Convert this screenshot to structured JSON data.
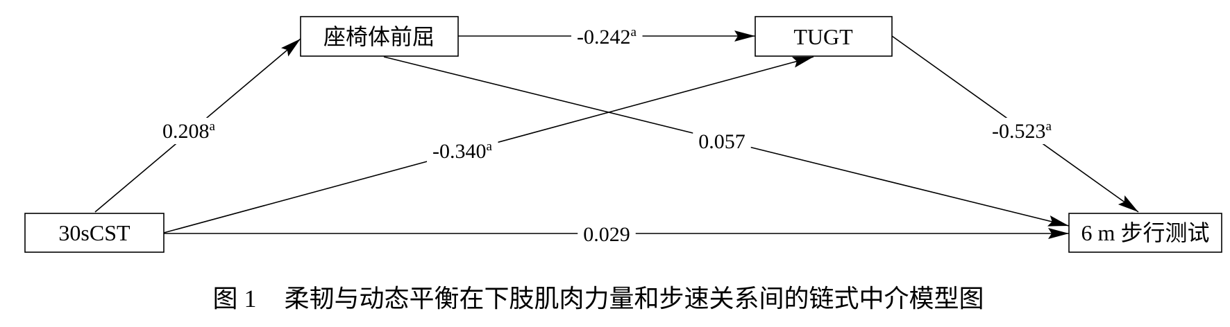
{
  "diagram": {
    "nodes": {
      "flexibility": "座椅体前屈",
      "tugt": "TUGT",
      "cst": "30sCST",
      "walk": "6 m 步行测试"
    },
    "edges": {
      "cst_to_flexibility": {
        "value": "0.208",
        "sup": "a"
      },
      "flexibility_to_tugt": {
        "value": "-0.242",
        "sup": "a"
      },
      "cst_to_tugt": {
        "value": "-0.340",
        "sup": "a"
      },
      "flexibility_to_walk": {
        "value": "0.057"
      },
      "tugt_to_walk": {
        "value": "-0.523",
        "sup": "a"
      },
      "cst_to_walk": {
        "value": "0.029"
      }
    }
  },
  "caption": {
    "label": "图 1",
    "text": "柔韧与动态平衡在下肢肌肉力量和步速关系间的链式中介模型图"
  },
  "colors": {
    "stroke": "#000000",
    "background": "#ffffff"
  }
}
